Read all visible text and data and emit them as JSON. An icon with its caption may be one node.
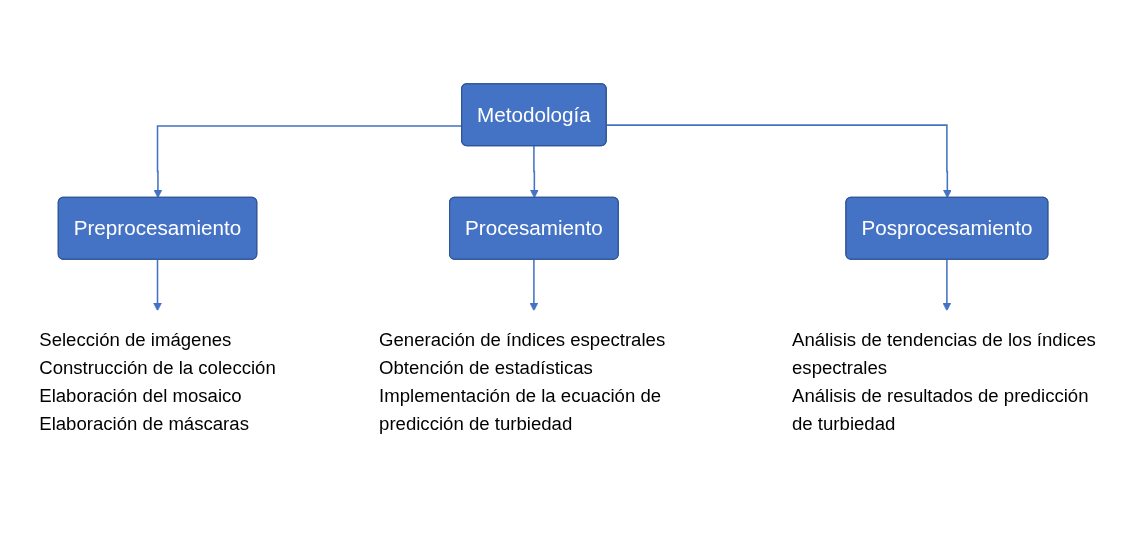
{
  "diagram": {
    "nodes": [
      {
        "text": [
          "Metodología"
        ]
      },
      {
        "text": [
          "Preprocesamiento"
        ]
      },
      {
        "text": [
          "Procesamiento"
        ]
      },
      {
        "text": [
          "Posprocesamiento"
        ]
      },
      {
        "text": [
          "Selección de imágenes",
          "Construcción de la colección",
          "Elaboración del mosaico",
          "Elaboración de máscaras"
        ]
      },
      {
        "text": [
          "Generación de índices espectrales",
          "Obtención de estadísticas",
          "Implementación de la ecuación de predicción de turbiedad"
        ]
      },
      {
        "text": [
          "Análisis de tendencias de los índices espectrales",
          "Análisis de resultados de predicción de turbiedad"
        ]
      }
    ],
    "edges": [
      {
        "from": 0,
        "to": 1,
        "arrow": "to"
      },
      {
        "from": 0,
        "to": 2,
        "arrow": "to"
      },
      {
        "from": 0,
        "to": 3,
        "arrow": "to"
      },
      {
        "from": 1,
        "to": 4,
        "arrow": "to"
      },
      {
        "from": 2,
        "to": 5,
        "arrow": "to"
      },
      {
        "from": 3,
        "to": 6,
        "arrow": "to"
      }
    ]
  }
}
